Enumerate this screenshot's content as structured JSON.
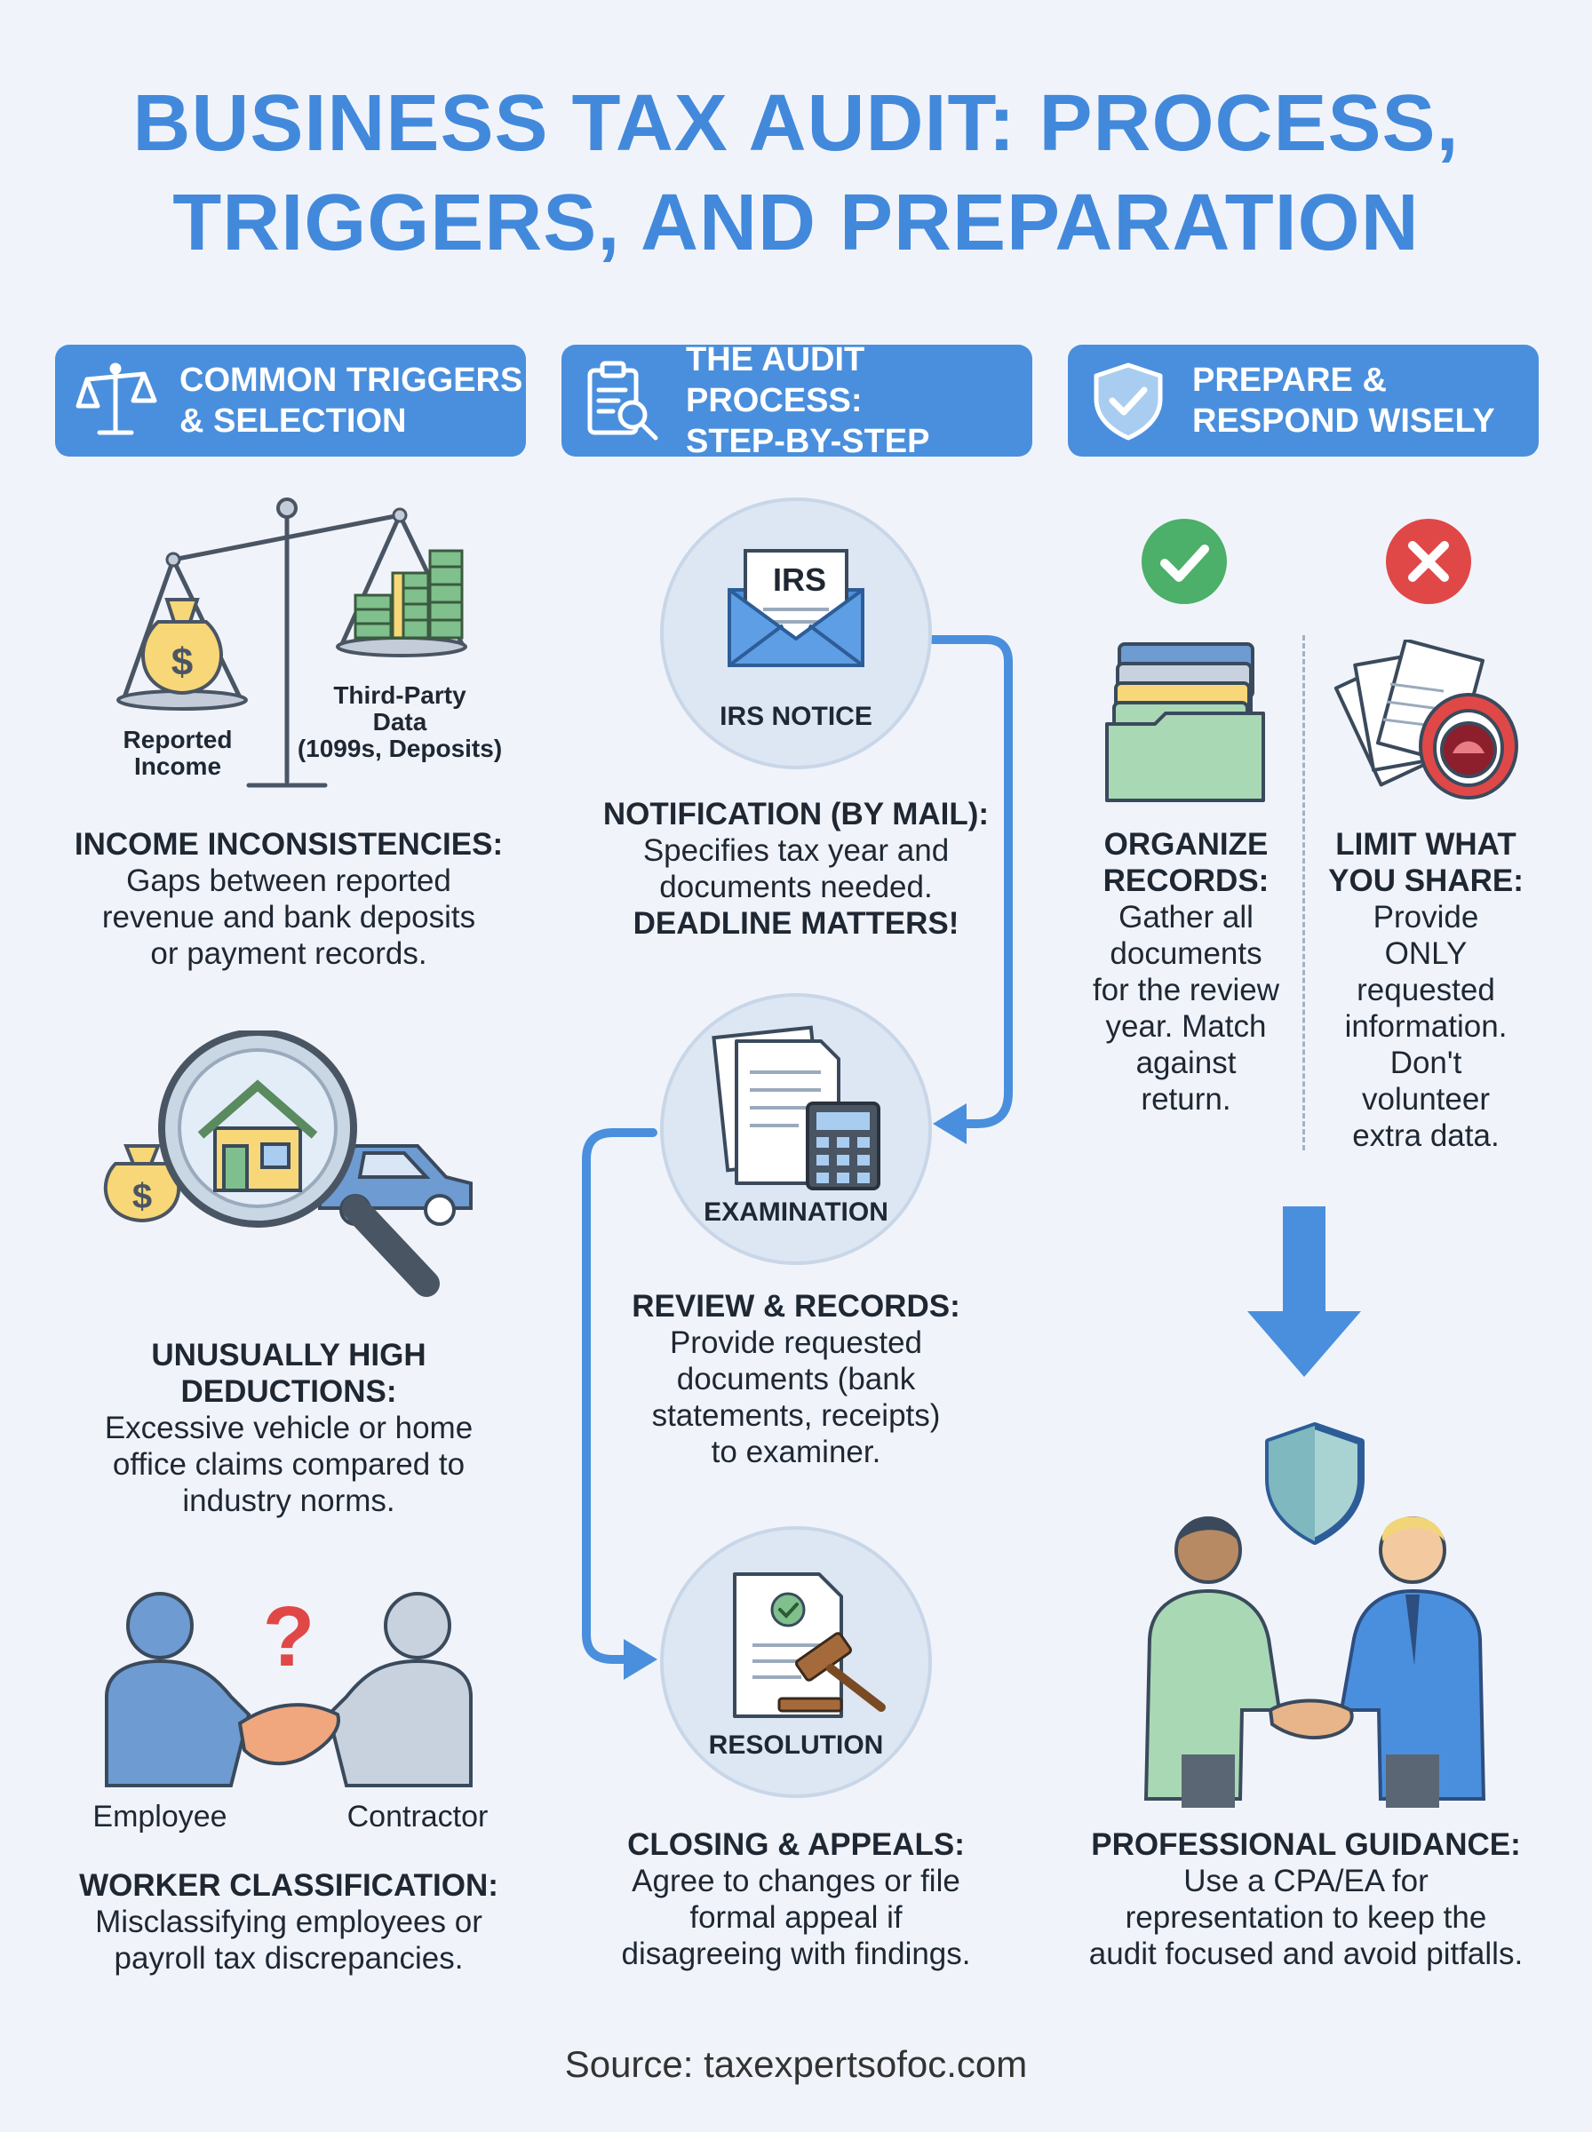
{
  "title": {
    "line1": "BUSINESS TAX AUDIT: PROCESS,",
    "line2": "TRIGGERS, AND PREPARATION"
  },
  "sections": [
    {
      "icon": "scale-icon",
      "line1": "COMMON TRIGGERS",
      "line2": "& SELECTION"
    },
    {
      "icon": "clipboard-search-icon",
      "line1": "THE AUDIT PROCESS:",
      "line2": "STEP-BY-STEP"
    },
    {
      "icon": "shield-check-icon",
      "line1": "PREPARE &",
      "line2": "RESPOND WISELY"
    }
  ],
  "triggers": {
    "scale": {
      "reported_label_1": "Reported",
      "reported_label_2": "Income",
      "third_label_1": "Third-Party",
      "third_label_2": "Data",
      "third_label_3": "(1099s, Deposits)"
    },
    "income": {
      "heading": "INCOME INCONSISTENCIES:",
      "line1": "Gaps between reported",
      "line2": "revenue and bank deposits",
      "line3": "or payment records."
    },
    "deductions": {
      "heading1": "UNUSUALLY HIGH",
      "heading2": "DEDUCTIONS:",
      "line1": "Excessive vehicle or home",
      "line2": "office claims compared to",
      "line3": "industry norms."
    },
    "worker": {
      "employee_label": "Employee",
      "contractor_label": "Contractor",
      "heading": "WORKER CLASSIFICATION:",
      "line1": "Misclassifying employees or",
      "line2": "payroll tax discrepancies."
    }
  },
  "process": {
    "notice": {
      "envelope_text": "IRS",
      "circle_label": "IRS NOTICE",
      "heading": "NOTIFICATION (BY MAIL):",
      "line1": "Specifies tax year and",
      "line2": "documents needed.",
      "emphasis": "DEADLINE MATTERS!"
    },
    "examination": {
      "circle_label": "EXAMINATION",
      "heading": "REVIEW & RECORDS:",
      "line1": "Provide requested",
      "line2": "documents (bank",
      "line3": "statements, receipts)",
      "line4": "to examiner."
    },
    "resolution": {
      "circle_label": "RESOLUTION",
      "heading": "CLOSING & APPEALS:",
      "line1": "Agree to changes or file",
      "line2": "formal appeal if",
      "line3": "disagreeing with findings."
    }
  },
  "prepare": {
    "organize": {
      "heading1": "ORGANIZE",
      "heading2": "RECORDS:",
      "lines": [
        "Gather all",
        "documents",
        "for the review",
        "year. Match",
        "against",
        "return."
      ]
    },
    "limit": {
      "heading1": "LIMIT WHAT",
      "heading2": "YOU SHARE:",
      "lines": [
        "Provide",
        "ONLY",
        "requested",
        "information.",
        "Don't",
        "volunteer",
        "extra data."
      ]
    },
    "guidance": {
      "heading": "PROFESSIONAL GUIDANCE:",
      "line1": "Use a CPA/EA for",
      "line2": "representation to keep the",
      "line3": "audit focused and avoid pitfalls."
    }
  },
  "source": "Source: taxexpertsofoc.com",
  "colors": {
    "accent": "#4a8fdd",
    "title": "#4289dc",
    "check": "#4caf6a",
    "cross": "#e04848",
    "background": "#f0f4fa"
  }
}
